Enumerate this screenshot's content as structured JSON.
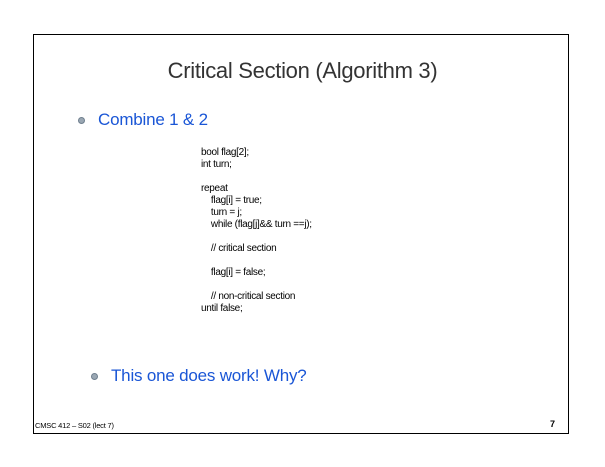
{
  "slide": {
    "title": "Critical Section (Algorithm 3)",
    "bullets": [
      "Combine 1 & 2",
      "This one does work!  Why?"
    ],
    "code_lines": [
      "bool flag[2];",
      "int turn;",
      "",
      "repeat",
      "    flag[i] = true;",
      "    turn = j;",
      "    while (flag[j]&& turn ==j);",
      "",
      "    // critical section",
      "",
      "    flag[i] = false;",
      "",
      "    // non-critical section",
      "until false;"
    ],
    "footer_left": "CMSC 412 – S02  (lect 7)",
    "page_number": "7"
  },
  "colors": {
    "title": "#333333",
    "bullet_text": "#1a56d6",
    "bullet_dot": "#9aa7b3"
  }
}
